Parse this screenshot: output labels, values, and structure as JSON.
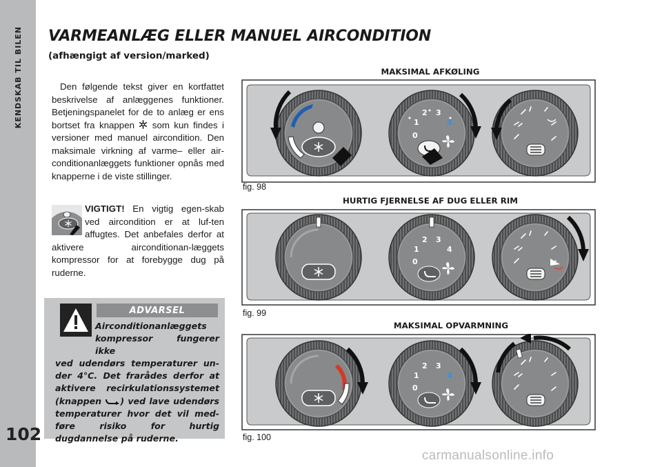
{
  "sidebar": {
    "section": "KENDSKAB TIL BILEN",
    "page_number": "102"
  },
  "title": "VARMEANLÆG ELLER MANUEL AIRCONDITION",
  "subtitle": "(afhængigt af version/marked)",
  "intro": {
    "p1": "Den følgende tekst giver en kortfattet beskrivelse af anlæggenes funktioner. Betjeningspanelet for de to anlæg er ens bortset fra knappen ",
    "p2": " som kun findes i versioner med manuel aircondition. Den maksimale virkning af varme– eller air-conditionanlæggets funktioner opnås med knapperne i de viste stillinger."
  },
  "important": {
    "label": "VIGTIGT!",
    "text": " En vigtig egen-skab ved aircondition er at luf-ten affugtes. Det anbefales derfor at aktivere airconditionan-læggets kompressor for at forebygge dug på ruderne."
  },
  "warning": {
    "header": "ADVARSEL",
    "lead": "Airconditionanlæggets kompressor fungerer ikke",
    "t1": " ved udendørs temperaturer un-der 4°C. Det frarådes derfor at aktivere recirkulationssystemet (knappen ",
    "t2": ") ved lave udendørs temperaturer hvor det vil med-føre risiko for hurtig dugdannelse på ruderne."
  },
  "figures": [
    {
      "heading": "MAKSIMAL AFKØLING",
      "caption": "fig. 98"
    },
    {
      "heading": "HURTIG FJERNELSE AF DUG ELLER RIM",
      "caption": "fig. 99"
    },
    {
      "heading": "MAKSIMAL OPVARMNING",
      "caption": "fig. 100"
    }
  ],
  "fan_dial": {
    "s0": "0",
    "s1": "1",
    "s2": "2",
    "s3": "3",
    "s4": "4"
  },
  "watermark": "carmanualsonline.info",
  "colors": {
    "sidebar": "#b9babb",
    "warning_box": "#c5c6c7",
    "warning_header": "#8d8e90",
    "knob": "#6f7173",
    "panel": "#c9cacb"
  }
}
